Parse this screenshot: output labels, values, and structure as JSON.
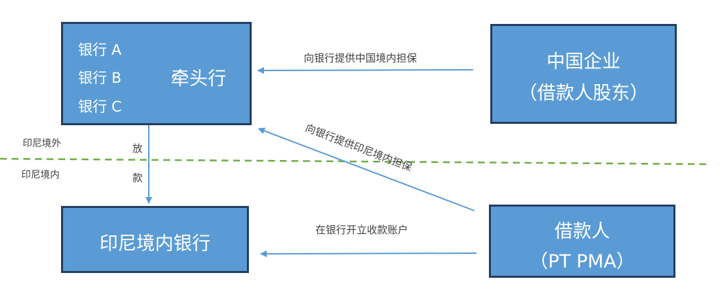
{
  "colors": {
    "box_fill": "#5b9bd5",
    "box_border": "#243f60",
    "arrow": "#5b9bd5",
    "divider": "#70ad47",
    "text_dark": "#404040"
  },
  "nodes": {
    "syndicate": {
      "banks": [
        "银行 A",
        "银行 B",
        "银行 C"
      ],
      "lead": "牵头行"
    },
    "chinese_company": {
      "line1": "中国企业",
      "line2": "（借款人股东）"
    },
    "borrower": {
      "line1": "借款人",
      "line2": "（PT PMA）"
    },
    "indonesian_bank": {
      "label": "印尼境内银行"
    }
  },
  "edges": {
    "china_guarantee": "向银行提供中国境内担保",
    "indonesia_guarantee": "向银行提供印尼境内担保",
    "open_account": "在银行开立收款账户",
    "loan": [
      "放",
      "款"
    ]
  },
  "regions": {
    "outside": "印尼境外",
    "inside": "印尼境内"
  }
}
